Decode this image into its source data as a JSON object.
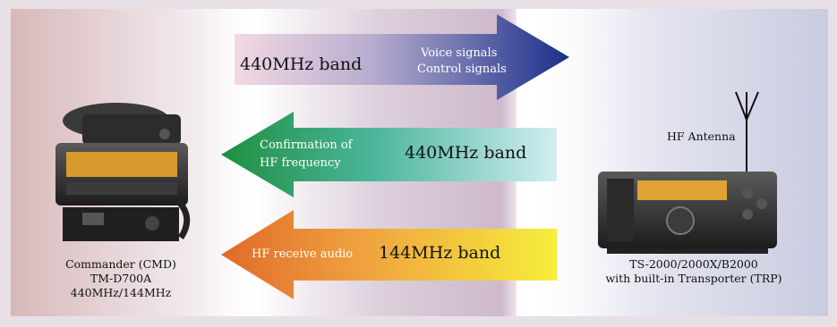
{
  "arrows": [
    {
      "direction": "right",
      "band": "440MHz band",
      "signal_lines": [
        "Voice signals",
        "Control signals"
      ]
    },
    {
      "direction": "left",
      "band": "440MHz band",
      "signal_lines": [
        "Confirmation of",
        "HF frequency"
      ]
    },
    {
      "direction": "left",
      "band": "144MHz band",
      "signal_lines": [
        "HF receive audio"
      ]
    }
  ],
  "commander": {
    "lines": [
      "Commander (CMD)",
      "TM-D700A",
      "440MHz/144MHz"
    ]
  },
  "transporter": {
    "antenna_label": "HF Antenna",
    "lines": [
      "TS-2000/2000X/B2000",
      "with built-in Transporter (TRP)"
    ]
  },
  "colors": {
    "arrow1_start": "#f2d9e2",
    "arrow1_end": "#1a2f8a",
    "arrow2_start": "#1e8f3e",
    "arrow2_end": "#d2eef2",
    "arrow3_start": "#e06a2a",
    "arrow3_end": "#f7ee3a"
  }
}
